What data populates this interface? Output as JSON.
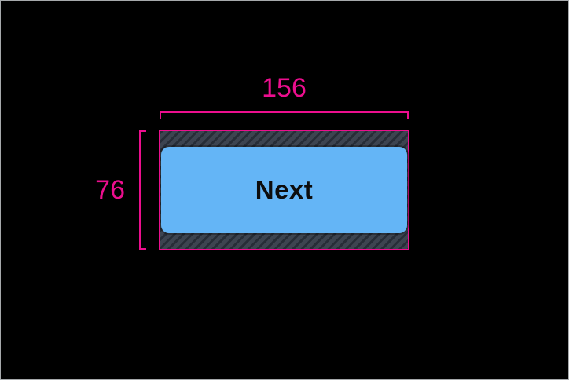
{
  "screen": {
    "background_color": "#000000",
    "frame_border_color": "#a6a9ac"
  },
  "measurement_overlay": {
    "guide_color": "#ec0e8e",
    "width": {
      "label": "156"
    },
    "height": {
      "label": "76"
    },
    "padding_hatch": {
      "base_color": "#3d4450",
      "stripe_color": "#272d37"
    }
  },
  "button": {
    "label": "Next",
    "background_color": "#64b5f6",
    "text_color": "#0d0d0d"
  }
}
